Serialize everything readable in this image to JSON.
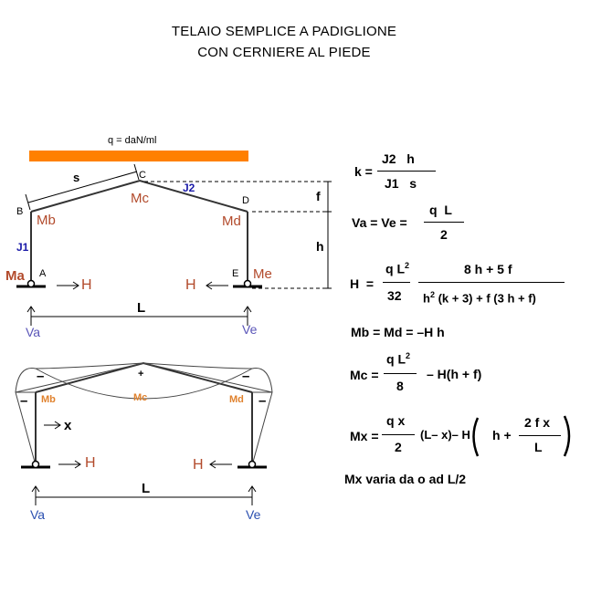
{
  "title": {
    "line1": "TELAIO SEMPLICE A PADIGLIONE",
    "line2": "CON CERNIERE AL PIEDE"
  },
  "top_diagram": {
    "load_label": "q = daN/ml",
    "load_color": "#ff8000",
    "s": "s",
    "nodes": {
      "A": "A",
      "B": "B",
      "C": "C",
      "D": "D",
      "E": "E"
    },
    "J1": "J1",
    "J2": "J2",
    "Ma": "Ma",
    "Mb": "Mb",
    "Mc": "Mc",
    "Md": "Md",
    "Me": "Me",
    "H": "H",
    "f": "f",
    "h": "h",
    "L": "L",
    "Va": "Va",
    "Ve": "Ve"
  },
  "bottom_diagram": {
    "minus": "–",
    "plus": "+",
    "Mb": "Mb",
    "Mc": "Mc",
    "Md": "Md",
    "x": "x",
    "H": "H",
    "L": "L",
    "Va": "Va",
    "Ve": "Ve"
  },
  "formulas": {
    "k": {
      "lhs": "k =",
      "num": "J2   h",
      "den": "J1   s"
    },
    "va": {
      "lhs": "Va = Ve =",
      "num": "q  L",
      "den": "2"
    },
    "h": {
      "lhs": "H  =",
      "num1": "q L",
      "exp1": "2",
      "den1": "32",
      "num2": "8 h + 5 f",
      "den2_a": "h",
      "den2_exp": "2",
      "den2_b": " (k + 3) + f (3 h + f)"
    },
    "mb": "Mb = Md = –H h",
    "mc": {
      "lhs": "Mc =",
      "num": "q L",
      "exp": "2",
      "den": "8",
      "rest": "– H(h + f)"
    },
    "mx": {
      "lhs": "Mx =",
      "num1": "q x",
      "den1": "2",
      "mid": "(L– x)– H",
      "inner": "h +",
      "num2": "2 f x",
      "den2": "L"
    },
    "note": "Mx varia da o ad L/2"
  }
}
